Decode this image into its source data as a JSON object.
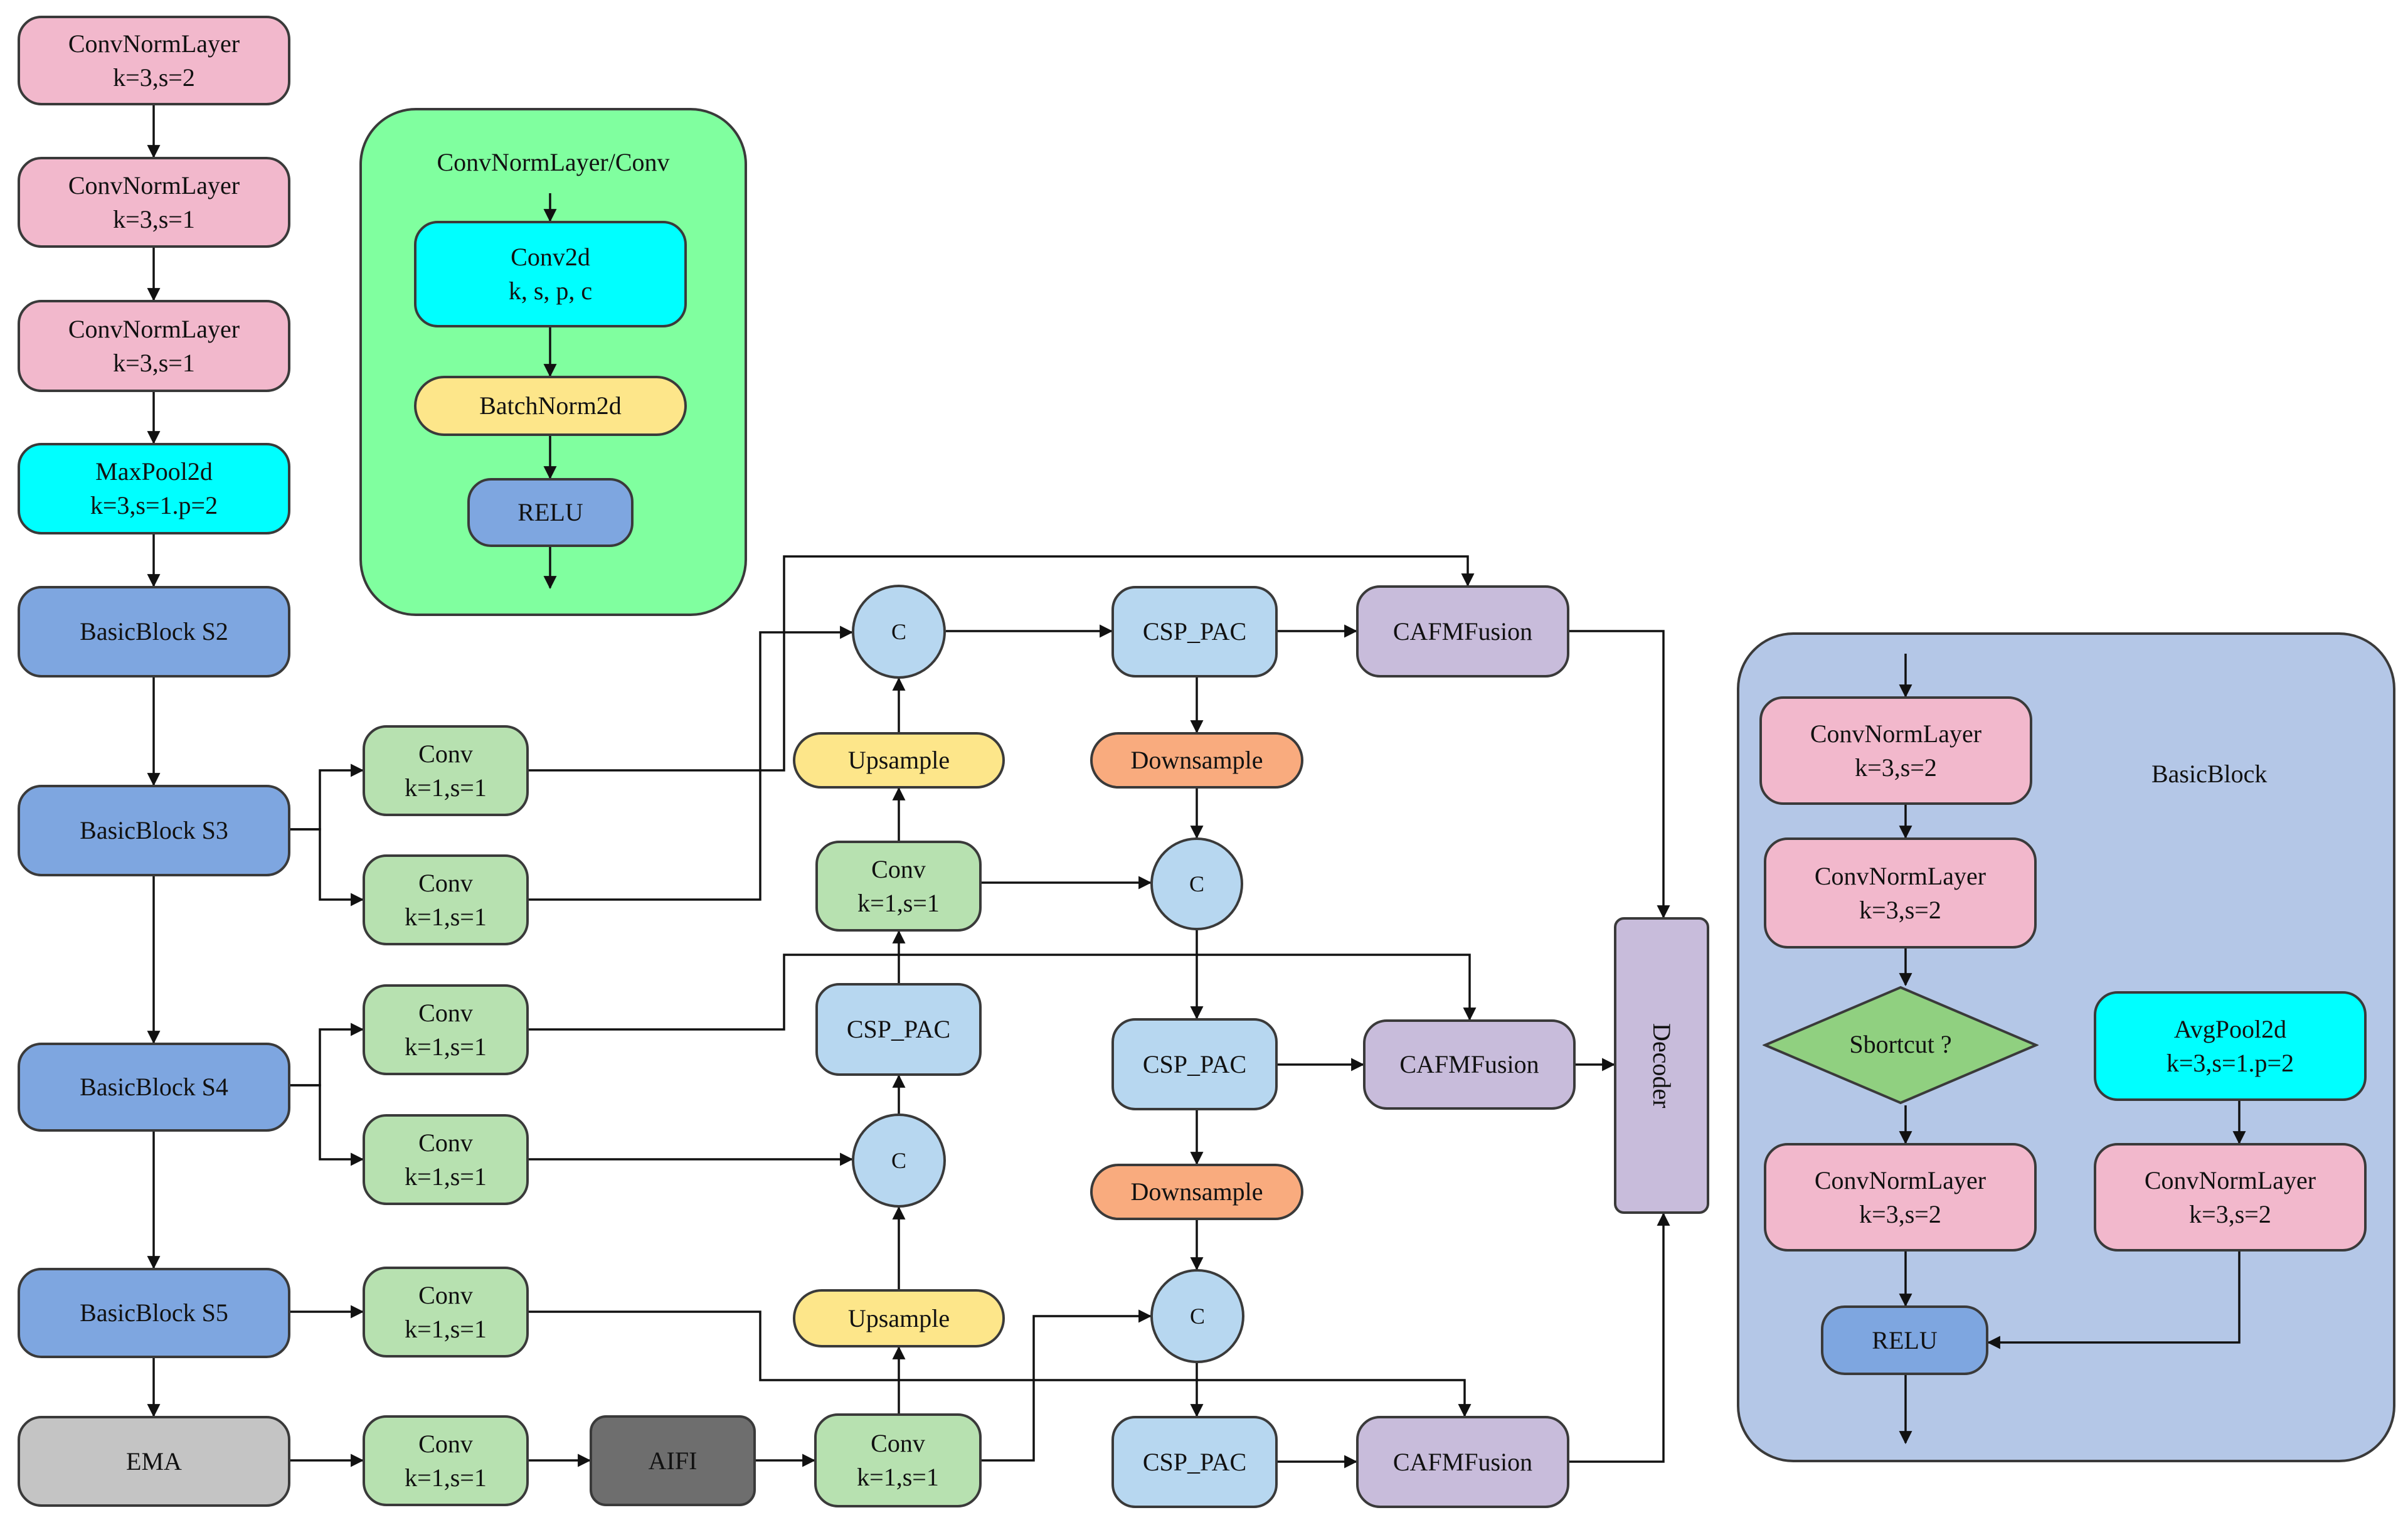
{
  "backbone": {
    "cnl1": [
      "ConvNormLayer",
      "k=3,s=2"
    ],
    "cnl2": [
      "ConvNormLayer",
      "k=3,s=1"
    ],
    "cnl3": [
      "ConvNormLayer",
      "k=3,s=1"
    ],
    "maxpool": [
      "MaxPool2d",
      "k=3,s=1.p=2"
    ],
    "s2": "BasicBlock S2",
    "s3": "BasicBlock S3",
    "s4": "BasicBlock S4",
    "s5": "BasicBlock S5",
    "ema": "EMA"
  },
  "legend_conv": {
    "title": "ConvNormLayer/Conv",
    "conv2d": [
      "Conv2d",
      "k, s, p, c"
    ],
    "batchnorm": "BatchNorm2d",
    "relu": "RELU"
  },
  "neck": {
    "conv_k1": [
      "Conv",
      "k=1,s=1"
    ],
    "aifi": "AIFI",
    "upsample": "Upsample",
    "downsample": "Downsample",
    "csp_pac": "CSP_PAC",
    "concat": "C",
    "cafm": "CAFMFusion",
    "decoder": "Decoder"
  },
  "basic_block": {
    "title": "BasicBlock",
    "cnl_a": [
      "ConvNormLayer",
      "k=3,s=2"
    ],
    "cnl_b": [
      "ConvNormLayer",
      "k=3,s=2"
    ],
    "shortcut": "Sbortcut ?",
    "cnl_c": [
      "ConvNormLayer",
      "k=3,s=2"
    ],
    "avgpool": [
      "AvgPool2d",
      "k=3,s=1.p=2"
    ],
    "cnl_d": [
      "ConvNormLayer",
      "k=3,s=2"
    ],
    "relu": "RELU"
  },
  "colors": {
    "pink": "#f2b8cc",
    "cyan": "#00ffff",
    "blue": "#7ea6e0",
    "light_blue": "#b7d7f0",
    "green": "#b7e1b0",
    "yellow": "#fde68a",
    "orange": "#f9ab7e",
    "purple": "#c8bcdb",
    "legend_panel": "#80ff9f",
    "basicblock_panel": "#b4c7e7"
  }
}
